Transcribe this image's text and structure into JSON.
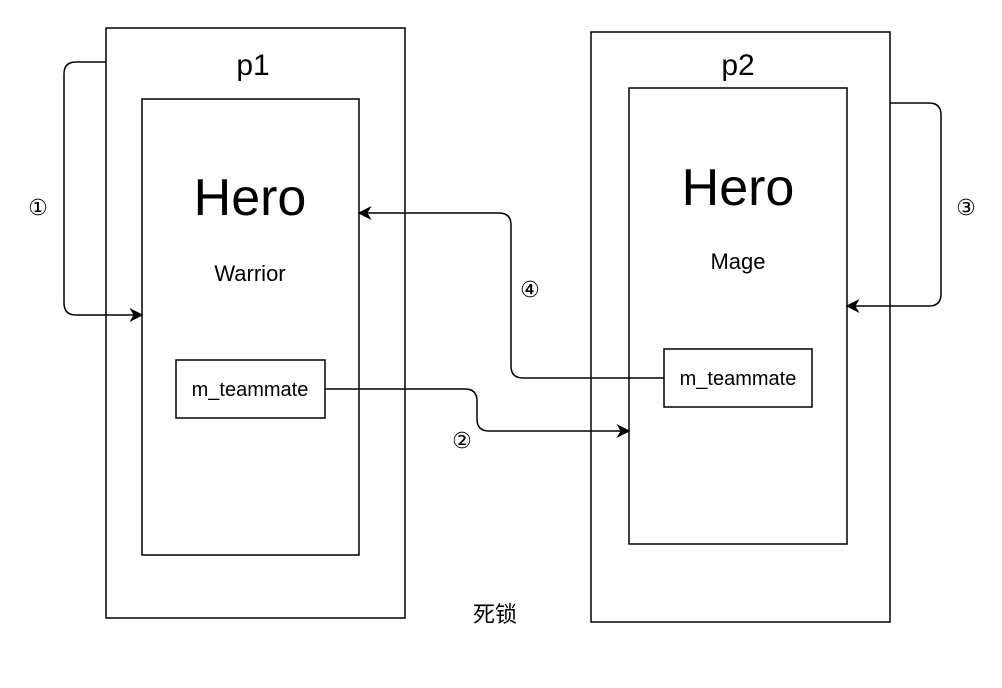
{
  "colors": {
    "stroke": "#000000",
    "background": "#ffffff",
    "caption": "#e8252e"
  },
  "panels": [
    {
      "label": "p1",
      "hero": {
        "title": "Hero",
        "subtitle": "Warrior",
        "field": "m_teammate"
      }
    },
    {
      "label": "p2",
      "hero": {
        "title": "Hero",
        "subtitle": "Mage",
        "field": "m_teammate"
      }
    }
  ],
  "steps": [
    {
      "marker": "①"
    },
    {
      "marker": "②"
    },
    {
      "marker": "③"
    },
    {
      "marker": "④"
    }
  ],
  "caption": "死锁"
}
